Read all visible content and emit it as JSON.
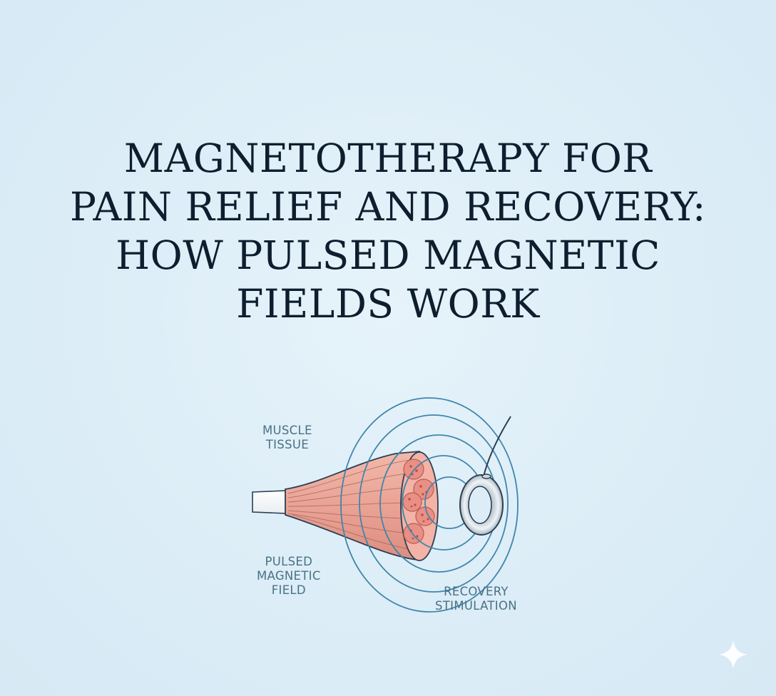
{
  "title": {
    "lines": [
      "MAGNETOTHERAPY FOR",
      "PAIN RELIEF AND RECOVERY:",
      "HOW PULSED MAGNETIC",
      "FIELDS WORK"
    ]
  },
  "diagram": {
    "labels": {
      "muscle_tissue": [
        "MUSCLE",
        "TISSUE"
      ],
      "pulsed_magnetic_field": [
        "PULSED",
        "MAGNETIC",
        "FIELD"
      ],
      "recovery_stimulation": [
        "RECOVERY",
        "STIMULATION"
      ]
    },
    "colors": {
      "background": "#dcedf7",
      "title": "#0f1e2e",
      "label": "#4a7184",
      "field_lines": "#3f86ad",
      "muscle": "#e9a193",
      "tendon": "#ffffff",
      "outline": "#2b3f52"
    }
  },
  "icons": {
    "sparkle": "sparkle-icon"
  }
}
